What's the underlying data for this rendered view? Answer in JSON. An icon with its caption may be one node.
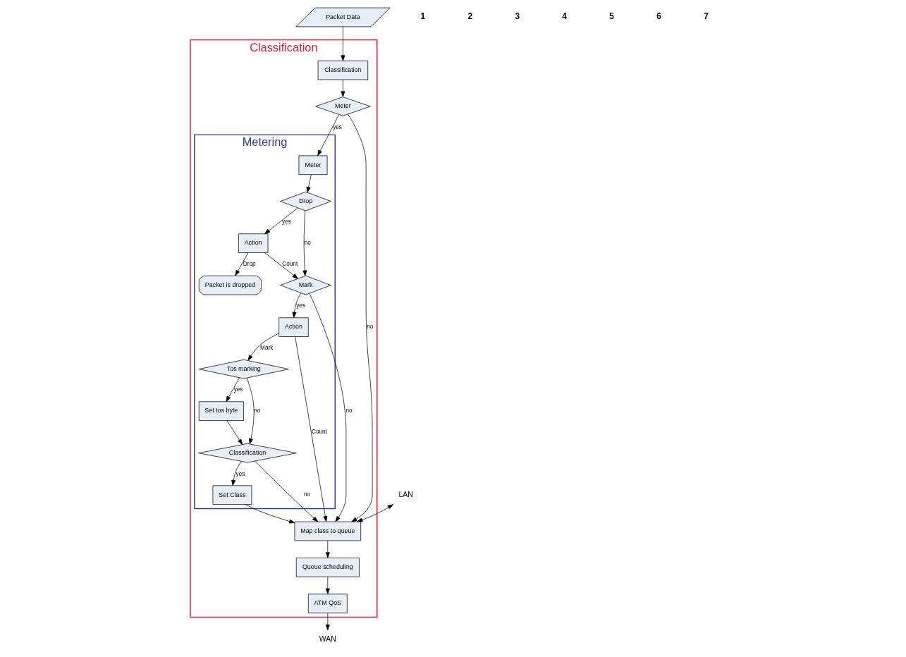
{
  "diagram": {
    "nodes": [
      {
        "text": [
          "Packet Data"
        ]
      },
      {
        "text": [
          "Classification"
        ]
      },
      {
        "text": [
          "Metering"
        ],
        "in": 1
      },
      {
        "text": [
          "Classification"
        ],
        "in": 1
      },
      {
        "text": [
          "Meter"
        ],
        "in": 1
      },
      {
        "text": [
          "Meter"
        ],
        "in": 2
      },
      {
        "text": [
          "Drop"
        ],
        "in": 2
      },
      {
        "text": [
          "Action"
        ],
        "in": 2
      },
      {
        "text": [
          "Packet is dropped"
        ],
        "in": 2
      },
      {
        "text": [
          "Mark"
        ],
        "in": 2
      },
      {
        "text": [
          "Action"
        ],
        "in": 2
      },
      {
        "text": [
          "Tos marking"
        ],
        "in": 2
      },
      {
        "text": [
          "Set tos byte"
        ],
        "in": 2
      },
      {
        "text": [
          "Classification"
        ],
        "in": 2
      },
      {
        "text": [
          "Set Class"
        ],
        "in": 2
      },
      {
        "text": [
          "LAN"
        ]
      },
      {
        "text": [
          "Map class to queue"
        ],
        "in": 1
      },
      {
        "text": [
          "Queue scheduling"
        ],
        "in": 1
      },
      {
        "text": [
          "ATM QoS"
        ],
        "in": 1
      },
      {
        "text": [
          "WAN"
        ]
      }
    ],
    "edges": [
      {
        "from": 0,
        "to": 3,
        "arrow": "to"
      },
      {
        "from": 3,
        "to": 4,
        "arrow": "to"
      },
      {
        "from": 4,
        "to": 5,
        "arrow": "to",
        "label": "yes"
      },
      {
        "from": 5,
        "to": 6,
        "arrow": "to"
      },
      {
        "from": 6,
        "to": 7,
        "arrow": "to",
        "label": "yes"
      },
      {
        "from": 7,
        "to": 8,
        "arrow": "to",
        "label": "Drop"
      },
      {
        "from": 6,
        "to": 9,
        "arrow": "to",
        "label": "no"
      },
      {
        "from": 7,
        "to": 9,
        "arrow": "to",
        "label": "Count"
      },
      {
        "from": 9,
        "to": 10,
        "arrow": "to",
        "label": "yes"
      },
      {
        "from": 10,
        "to": 11,
        "arrow": "to",
        "label": "Mark"
      },
      {
        "from": 11,
        "to": 12,
        "arrow": "to",
        "label": "yes"
      },
      {
        "from": 11,
        "to": 13,
        "arrow": "to",
        "label": "no"
      },
      {
        "from": 12,
        "to": 13,
        "arrow": "to"
      },
      {
        "from": 13,
        "to": 14,
        "arrow": "to",
        "label": "yes"
      },
      {
        "from": 13,
        "to": 16,
        "arrow": "to",
        "label": "no"
      },
      {
        "from": 14,
        "to": 16,
        "arrow": "to"
      },
      {
        "from": 10,
        "to": 16,
        "arrow": "to",
        "label": "Count"
      },
      {
        "from": 9,
        "to": 16,
        "arrow": "to",
        "label": "no"
      },
      {
        "from": 4,
        "to": 16,
        "arrow": "to",
        "label": "no"
      },
      {
        "from": 15,
        "to": 16,
        "arrow": "both"
      },
      {
        "from": 16,
        "to": 17,
        "arrow": "to"
      },
      {
        "from": 17,
        "to": 18,
        "arrow": "to"
      },
      {
        "from": 18,
        "to": 19,
        "arrow": "to"
      }
    ],
    "labels": [
      "1",
      "2",
      "3",
      "4",
      "5",
      "6",
      "7"
    ]
  }
}
